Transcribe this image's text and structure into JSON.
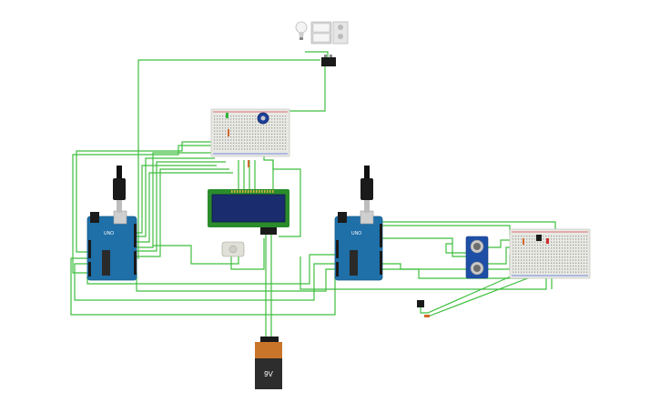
{
  "battery": {
    "label": "9V"
  },
  "colors": {
    "wire": "#3fbf3f",
    "arduino": "#1f6fa8",
    "breadboard": "#e8e8e4",
    "lcd_screen": "#1a2c6e",
    "battery_top": "#c8752a",
    "battery_body": "#2d2d2d"
  },
  "components": {
    "arduino_left": "arduino-uno",
    "arduino_right": "arduino-uno",
    "lcd": "lcd-16x2",
    "breadboard_left": "small-breadboard",
    "breadboard_right": "small-breadboard",
    "sensor": "ultrasonic-distance-sensor",
    "bulb": "light-bulb",
    "plug": "power-outlet",
    "relay": "relay",
    "potentiometer": "potentiometer",
    "motor": "dc-motor",
    "pushbutton": "pushbutton",
    "battery": "battery-9v"
  }
}
